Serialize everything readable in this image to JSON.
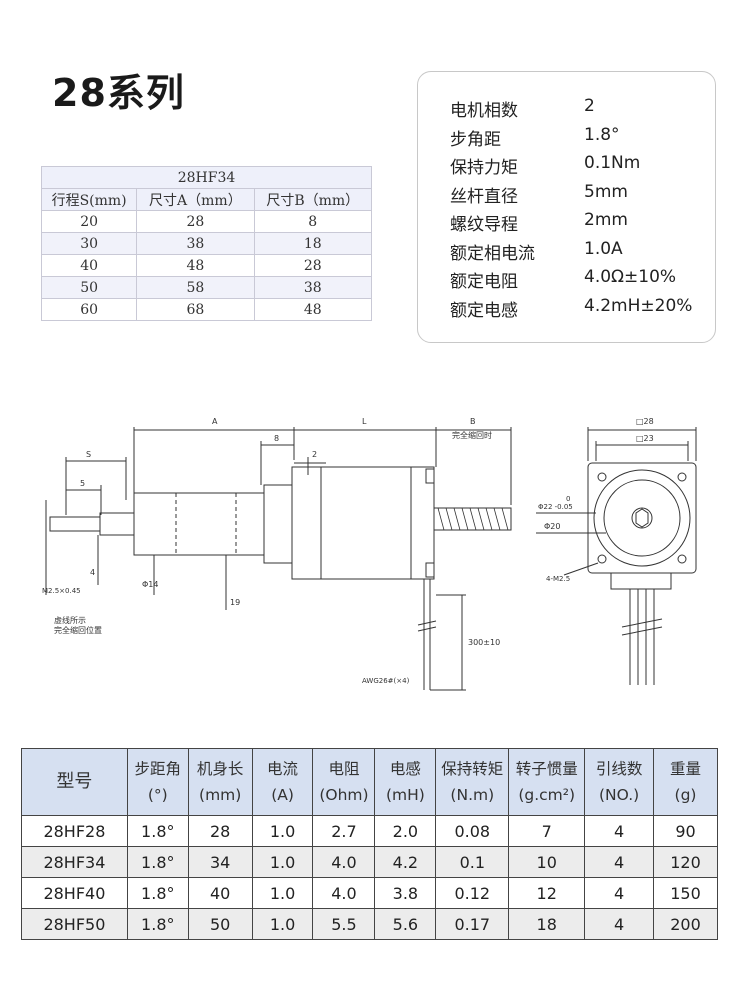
{
  "page_title": "28系列",
  "specs": [
    {
      "label": "电机相数",
      "value": "2"
    },
    {
      "label": "步角距",
      "value": "1.8°"
    },
    {
      "label": "保持力矩",
      "value": "0.1Nm"
    },
    {
      "label": "丝杆直径",
      "value": "5mm"
    },
    {
      "label": "螺纹导程",
      "value": "2mm"
    },
    {
      "label": "额定相电流",
      "value": "1.0A"
    },
    {
      "label": "额定电阻",
      "value": "4.0Ω±10%"
    },
    {
      "label": "额定电感",
      "value": "4.2mH±20%"
    }
  ],
  "stroke_table": {
    "title": "28HF34",
    "headers": [
      "行程S(mm)",
      "尺寸A（mm）",
      "尺寸B（mm）"
    ],
    "rows": [
      [
        "20",
        "28",
        "8"
      ],
      [
        "30",
        "38",
        "18"
      ],
      [
        "40",
        "48",
        "28"
      ],
      [
        "50",
        "58",
        "38"
      ],
      [
        "60",
        "68",
        "48"
      ]
    ]
  },
  "drawing": {
    "labels": {
      "a": "A",
      "l": "L",
      "b": "B",
      "b_note": "完全缩回时",
      "dim8": "8",
      "dim2": "2",
      "s": "S",
      "dim5": "5",
      "dim4": "4",
      "m25": "M2.5×0.45",
      "d14": "Φ14",
      "dim19": "19",
      "note1": "虚线所示",
      "note2": "完全缩回位置",
      "awg": "AWG26#(×4)",
      "lead": "300±10",
      "sq28": "□28",
      "sq23": "□23",
      "d22a": "0",
      "d22": "Φ22 -0.05",
      "d20": "Φ20",
      "m25x4": "4-M2.5"
    }
  },
  "main_table": {
    "headers": [
      {
        "l1": "型号",
        "l2": ""
      },
      {
        "l1": "步距角",
        "l2": "(°)"
      },
      {
        "l1": "机身长",
        "l2": "(mm)"
      },
      {
        "l1": "电流",
        "l2": "(A)"
      },
      {
        "l1": "电阻",
        "l2": "(Ohm)"
      },
      {
        "l1": "电感",
        "l2": "(mH)"
      },
      {
        "l1": "保持转矩",
        "l2": "(N.m)"
      },
      {
        "l1": "转子惯量",
        "l2": "(g.cm²)"
      },
      {
        "l1": "引线数",
        "l2": "(NO.)"
      },
      {
        "l1": "重量",
        "l2": "(g)"
      }
    ],
    "rows": [
      [
        "28HF28",
        "1.8°",
        "28",
        "1.0",
        "2.7",
        "2.0",
        "0.08",
        "7",
        "4",
        "90"
      ],
      [
        "28HF34",
        "1.8°",
        "34",
        "1.0",
        "4.0",
        "4.2",
        "0.1",
        "10",
        "4",
        "120"
      ],
      [
        "28HF40",
        "1.8°",
        "40",
        "1.0",
        "4.0",
        "3.8",
        "0.12",
        "12",
        "4",
        "150"
      ],
      [
        "28HF50",
        "1.8°",
        "50",
        "1.0",
        "5.5",
        "5.6",
        "0.17",
        "18",
        "4",
        "200"
      ]
    ]
  }
}
